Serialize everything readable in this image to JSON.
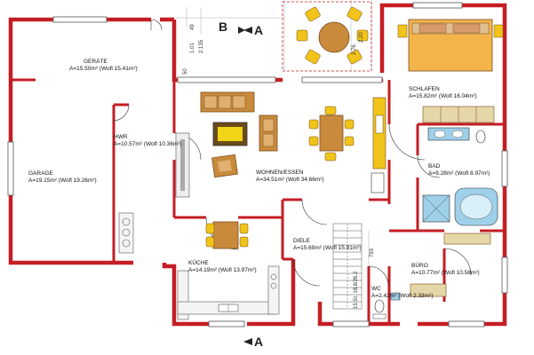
{
  "rooms": {
    "geraete": {
      "name": "GERÄTE",
      "area": "A=15.50m² (Wofl 15.41m²)"
    },
    "garage": {
      "name": "GARAGE",
      "area": "A=19.15m² (Wofl 19.26m²)"
    },
    "hwr": {
      "name": "HWR",
      "area": "A=10.57m² (Wofl 10.36m²)"
    },
    "wohnen": {
      "name": "WOHNEN/ESSEN",
      "area": "A=34.51m² (Wofl 34.66m²)"
    },
    "schlafen": {
      "name": "SCHLAFEN",
      "area": "A=15.82m² (Wofl 16.04m²)"
    },
    "bad": {
      "name": "BAD",
      "area": "A=9.28m² (Wofl 8.97m²)"
    },
    "kueche": {
      "name": "KÜCHE",
      "area": "A=14.19m² (Wofl 13.97m²)"
    },
    "diele": {
      "name": "DIELE",
      "area": "A=15.69m² (Wofl 15.81m²)"
    },
    "wc": {
      "name": "WC",
      "area": "A=2.42m² (Wofl 2.33m²)"
    },
    "buero": {
      "name": "BÜRO",
      "area": "A=10.77m² (Wofl 10.58m²)"
    }
  },
  "section_markers": {
    "top_b": "B",
    "top_a": "A",
    "bottom_a": "A"
  },
  "dimensions": {
    "d_50": "50",
    "d_101": "1.01",
    "d_49": "49",
    "d_2135": "2.135",
    "d_276": "2.76",
    "d_220": "2.20",
    "d_793": "793",
    "d_stairs": "15 St. 18.8/26.2"
  },
  "colors": {
    "wall": "#c41e24",
    "wood": "#c98a3c",
    "chair": "#f0c419",
    "sofa": "#a0703a",
    "tile": "#e6d7a8",
    "water": "#9fd0ea",
    "bed": "#f3b54a"
  }
}
